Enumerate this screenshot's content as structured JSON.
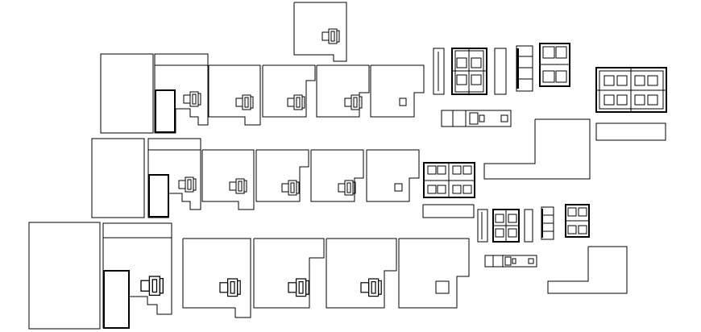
{
  "drawing": {
    "background": "#ffffff",
    "line_color": "#000000",
    "groups": {
      "top": "cabin-row-top",
      "middle": "cabin-row-middle",
      "bottom": "cabin-row-bottom",
      "right": "furniture-details"
    }
  }
}
